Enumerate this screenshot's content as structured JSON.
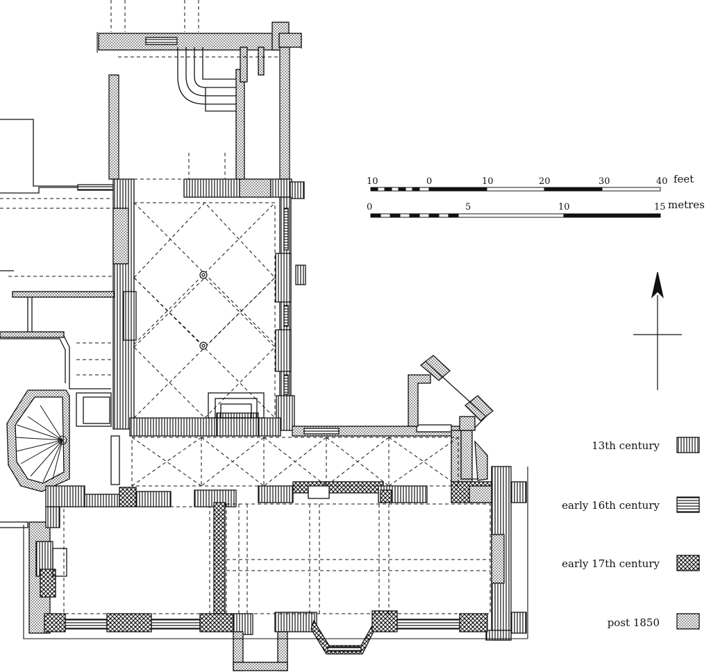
{
  "scale": {
    "feet_ticks": [
      "10",
      "0",
      "10",
      "20",
      "30",
      "40"
    ],
    "feet_unit": "feet",
    "metre_ticks": [
      "0",
      "5",
      "10",
      "15"
    ],
    "metre_unit": "metres"
  },
  "legend": [
    {
      "label": "13th century",
      "pattern": "vertical-hatch"
    },
    {
      "label": "early 16th century",
      "pattern": "horizontal-hatch"
    },
    {
      "label": "early 17th century",
      "pattern": "cross-hatch"
    },
    {
      "label": "post 1850",
      "pattern": "stipple"
    }
  ],
  "north_arrow": {
    "icon": "north-arrow-icon"
  },
  "colors": {
    "ink": "#111111",
    "paper": "#ffffff"
  }
}
